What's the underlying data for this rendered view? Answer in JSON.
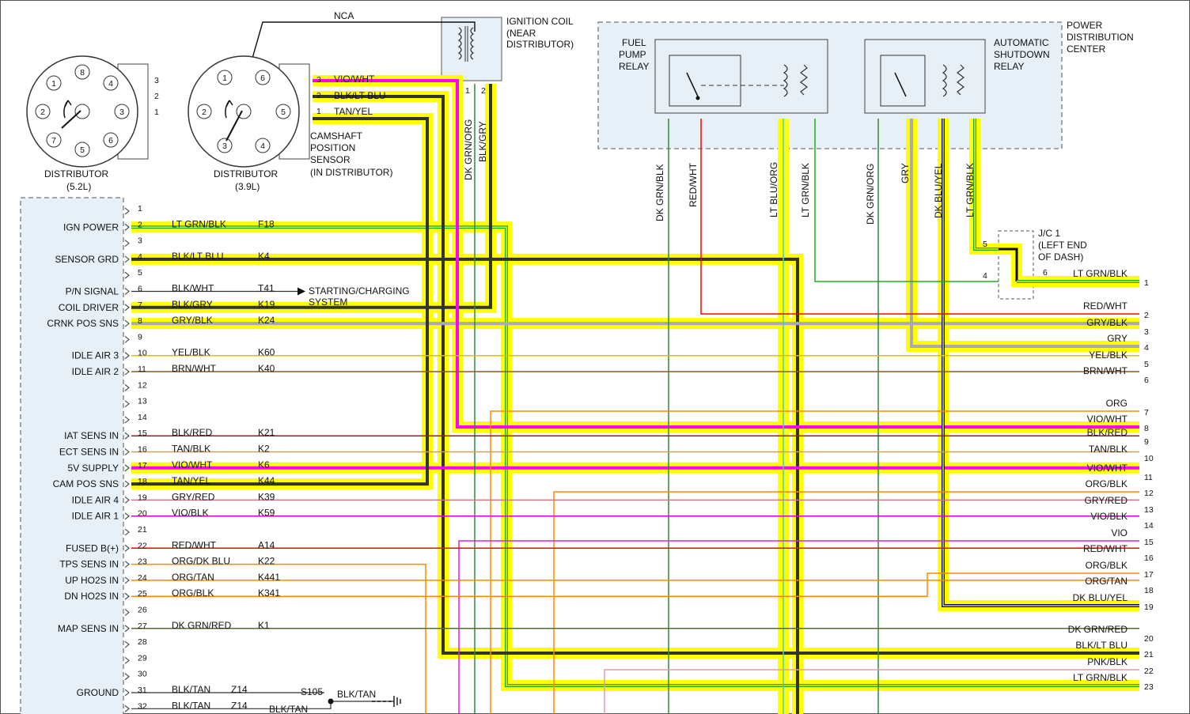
{
  "colors": {
    "highlight": "#ffff00",
    "lt_grn_blk": "#22aa22",
    "blk": "#333333",
    "gry": "#aaaaaa",
    "vio_wht": "#ff00ff",
    "tan": "#c8a060",
    "org": "#ff8800",
    "red": "#ff0000",
    "dk_grn": "#2e8b2e",
    "lt_blu": "#44cccc",
    "dk_blu": "#000080",
    "ecm_fill": "#e7f0f6",
    "pdc_fill": "#e7f0f6"
  },
  "top": {
    "dist52_label": "DISTRIBUTOR",
    "dist52_sub": "(5.2L)",
    "dist52_numbers": [
      "1",
      "8",
      "4",
      "2",
      "3",
      "7",
      "5",
      "6"
    ],
    "dist52_pins": [
      "3",
      "2",
      "1"
    ],
    "dist39_label": "DISTRIBUTOR",
    "dist39_sub": "(3.9L)",
    "dist39_numbers": [
      "1",
      "6",
      "2",
      "5",
      "3",
      "4"
    ],
    "nca": "NCA",
    "coil_label": [
      "IGNITION COIL",
      "(NEAR",
      "DISTRIBUTOR)"
    ],
    "coil_pin1": "1",
    "coil_pin2": "2",
    "cam_pins": [
      "3",
      "2",
      "1"
    ],
    "cam_wires": [
      "VIO/WHT",
      "BLK/LT BLU",
      "TAN/YEL"
    ],
    "cam_label": [
      "CAMSHAFT",
      "POSITION",
      "SENSOR",
      "(IN DISTRIBUTOR)"
    ],
    "vert_dk_grn_org": "DK GRN/ORG",
    "vert_blk_gry": "BLK/GRY",
    "pdc_label": [
      "POWER",
      "DISTRIBUTION",
      "CENTER"
    ],
    "fuel_relay": [
      "FUEL",
      "PUMP",
      "RELAY"
    ],
    "asd_relay": [
      "AUTOMATIC",
      "SHUTDOWN",
      "RELAY"
    ],
    "pdc_wires": [
      "DK GRN/BLK",
      "RED/WHT",
      "LT BLU/ORG",
      "LT GRN/BLK",
      "DK GRN/ORG",
      "GRY",
      "DK BLU/YEL",
      "LT GRN/BLK"
    ],
    "jc_label": [
      "J/C 1",
      "(LEFT END",
      "OF DASH)"
    ],
    "jc_pins": [
      "5",
      "4",
      "6"
    ]
  },
  "ecm_pins": [
    {
      "pin": "1",
      "name": "",
      "wire": "",
      "circuit": ""
    },
    {
      "pin": "2",
      "name": "IGN POWER",
      "wire": "LT GRN/BLK",
      "circuit": "F18"
    },
    {
      "pin": "3",
      "name": "",
      "wire": "",
      "circuit": ""
    },
    {
      "pin": "4",
      "name": "SENSOR GRD",
      "wire": "BLK/LT BLU",
      "circuit": "K4"
    },
    {
      "pin": "5",
      "name": "",
      "wire": "",
      "circuit": ""
    },
    {
      "pin": "6",
      "name": "P/N SIGNAL",
      "wire": "BLK/WHT",
      "circuit": "T41"
    },
    {
      "pin": "7",
      "name": "COIL DRIVER",
      "wire": "BLK/GRY",
      "circuit": "K19"
    },
    {
      "pin": "8",
      "name": "CRNK POS SNS",
      "wire": "GRY/BLK",
      "circuit": "K24"
    },
    {
      "pin": "9",
      "name": "",
      "wire": "",
      "circuit": ""
    },
    {
      "pin": "10",
      "name": "IDLE AIR 3",
      "wire": "YEL/BLK",
      "circuit": "K60"
    },
    {
      "pin": "11",
      "name": "IDLE AIR 2",
      "wire": "BRN/WHT",
      "circuit": "K40"
    },
    {
      "pin": "12",
      "name": "",
      "wire": "",
      "circuit": ""
    },
    {
      "pin": "13",
      "name": "",
      "wire": "",
      "circuit": ""
    },
    {
      "pin": "14",
      "name": "",
      "wire": "",
      "circuit": ""
    },
    {
      "pin": "15",
      "name": "IAT SENS IN",
      "wire": "BLK/RED",
      "circuit": "K21"
    },
    {
      "pin": "16",
      "name": "ECT SENS IN",
      "wire": "TAN/BLK",
      "circuit": "K2"
    },
    {
      "pin": "17",
      "name": "5V SUPPLY",
      "wire": "VIO/WHT",
      "circuit": "K6"
    },
    {
      "pin": "18",
      "name": "CAM POS SNS",
      "wire": "TAN/YEL",
      "circuit": "K44"
    },
    {
      "pin": "19",
      "name": "IDLE AIR 4",
      "wire": "GRY/RED",
      "circuit": "K39"
    },
    {
      "pin": "20",
      "name": "IDLE AIR 1",
      "wire": "VIO/BLK",
      "circuit": "K59"
    },
    {
      "pin": "21",
      "name": "",
      "wire": "",
      "circuit": ""
    },
    {
      "pin": "22",
      "name": "FUSED B(+)",
      "wire": "RED/WHT",
      "circuit": "A14"
    },
    {
      "pin": "23",
      "name": "TPS SENS IN",
      "wire": "ORG/DK BLU",
      "circuit": "K22"
    },
    {
      "pin": "24",
      "name": "UP HO2S IN",
      "wire": "ORG/TAN",
      "circuit": "K441"
    },
    {
      "pin": "25",
      "name": "DN HO2S IN",
      "wire": "ORG/BLK",
      "circuit": "K341"
    },
    {
      "pin": "26",
      "name": "",
      "wire": "",
      "circuit": ""
    },
    {
      "pin": "27",
      "name": "MAP SENS IN",
      "wire": "DK GRN/RED",
      "circuit": "K1"
    },
    {
      "pin": "28",
      "name": "",
      "wire": "",
      "circuit": ""
    },
    {
      "pin": "29",
      "name": "",
      "wire": "",
      "circuit": ""
    },
    {
      "pin": "30",
      "name": "",
      "wire": "",
      "circuit": ""
    },
    {
      "pin": "31",
      "name": "GROUND",
      "wire": "BLK/TAN",
      "circuit": "Z14"
    },
    {
      "pin": "32",
      "name": "",
      "wire": "BLK/TAN",
      "circuit": "Z14"
    }
  ],
  "starting_charging": [
    "STARTING/CHARGING",
    "SYSTEM"
  ],
  "splice": "S105",
  "splice_wire1": "BLK/TAN",
  "splice_wire2": "BLK/TAN",
  "right_pins": [
    {
      "pin": "1",
      "wire": "LT GRN/BLK"
    },
    {
      "pin": "2",
      "wire": "RED/WHT"
    },
    {
      "pin": "3",
      "wire": "GRY/BLK"
    },
    {
      "pin": "4",
      "wire": "GRY"
    },
    {
      "pin": "5",
      "wire": "YEL/BLK"
    },
    {
      "pin": "6",
      "wire": "BRN/WHT"
    },
    {
      "pin": "7",
      "wire": "ORG"
    },
    {
      "pin": "8",
      "wire": "VIO/WHT"
    },
    {
      "pin": "9",
      "wire": "BLK/RED"
    },
    {
      "pin": "10",
      "wire": "TAN/BLK"
    },
    {
      "pin": "11",
      "wire": "VIO/WHT"
    },
    {
      "pin": "12",
      "wire": "ORG/BLK"
    },
    {
      "pin": "13",
      "wire": "GRY/RED"
    },
    {
      "pin": "14",
      "wire": "VIO/BLK"
    },
    {
      "pin": "15",
      "wire": "VIO"
    },
    {
      "pin": "16",
      "wire": "RED/WHT"
    },
    {
      "pin": "17",
      "wire": "ORG/BLK"
    },
    {
      "pin": "18",
      "wire": "ORG/TAN"
    },
    {
      "pin": "19",
      "wire": "DK BLU/YEL"
    },
    {
      "pin": "20",
      "wire": "DK GRN/RED"
    },
    {
      "pin": "21",
      "wire": "BLK/LT BLU"
    },
    {
      "pin": "22",
      "wire": "PNK/BLK"
    },
    {
      "pin": "23",
      "wire": "LT GRN/BLK"
    }
  ]
}
